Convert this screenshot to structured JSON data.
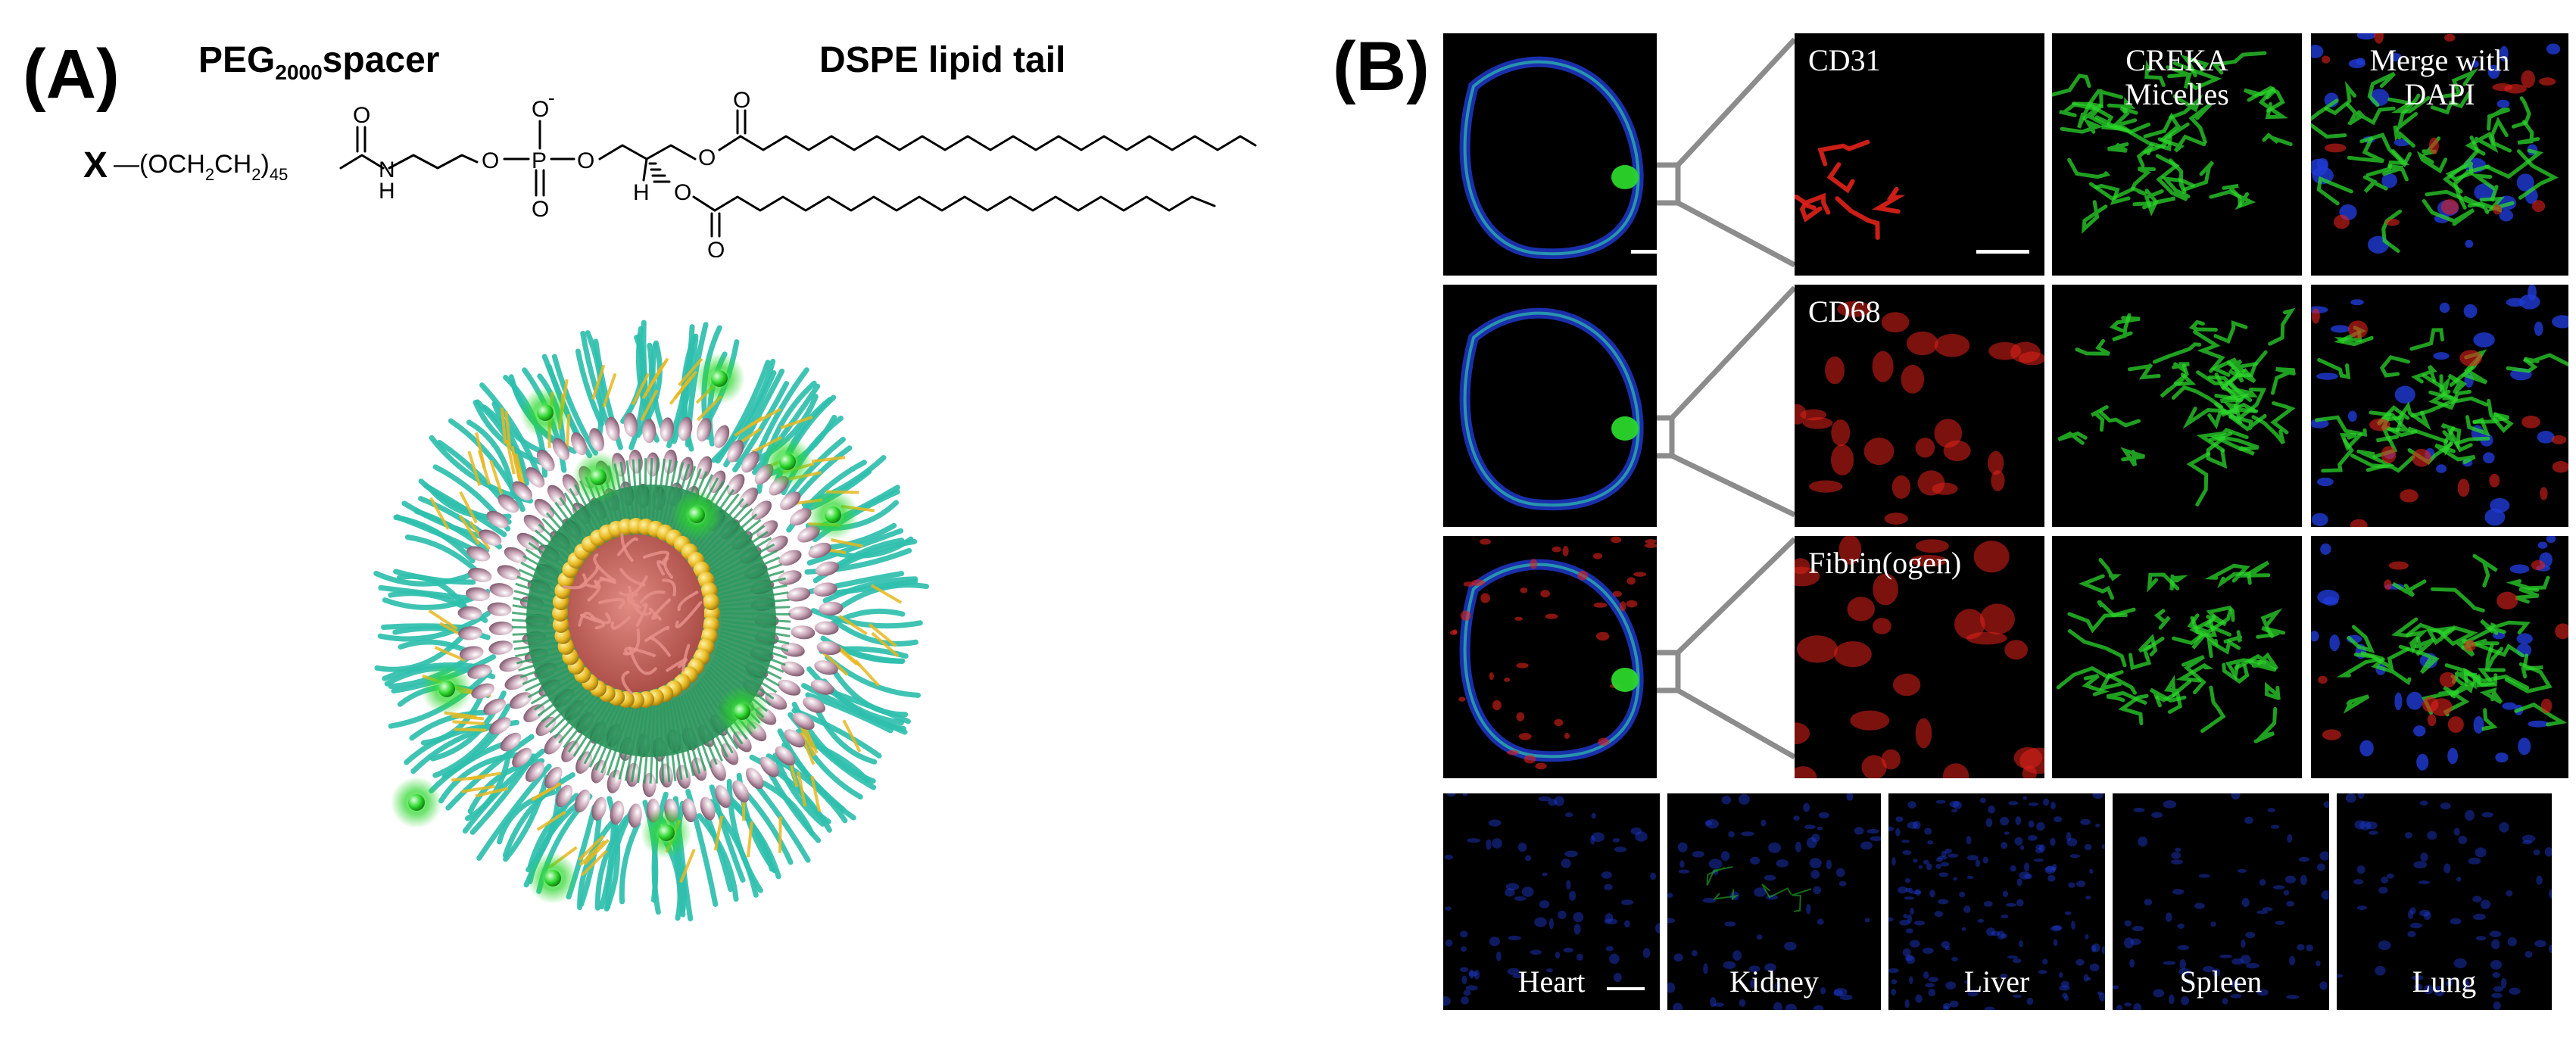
{
  "panel_a": {
    "label": "(A)",
    "peg_prefix": "PEG",
    "peg_subscript": "2000",
    "peg_suffix": "spacer",
    "dspe_header": "DSPE lipid tail",
    "formula_x": "X",
    "formula_chain": "—(OCH",
    "formula_sub2": "2",
    "formula_ch2": "CH",
    "formula_sub2b": "2",
    "formula_close": ")",
    "formula_sub45": "45",
    "atom_o_carbonyl": "O",
    "atom_nh_n": "N",
    "atom_nh_h": "H",
    "atom_o_ester": "O",
    "atom_p": "P",
    "atom_o_minus": "O",
    "minus_sign": "-",
    "atom_o_double": "O",
    "atom_o_link": "O",
    "atom_h_stereo": "H",
    "atom_o_ester1": "O",
    "atom_o_carbonyl1": "O",
    "atom_o_ester2": "O",
    "atom_o_carbonyl2": "O"
  },
  "panel_b": {
    "label": "(B)",
    "rows": [
      {
        "marker": "CD31"
      },
      {
        "marker": "CD68"
      },
      {
        "marker": "Fibrin(ogen)"
      }
    ],
    "col2_label": "CREKA\nMicelles",
    "col3_label": "Merge with\nDAPI",
    "organs": [
      "Heart",
      "Kidney",
      "Liver",
      "Spleen",
      "Lung"
    ]
  },
  "colors": {
    "micelle_peg": "#2fbfae",
    "micelle_core": "#c9605a",
    "micelle_headgroup": "#e7b820",
    "micelle_lipid_green": "#1f8a50",
    "micelle_pink": "#c9a6b8",
    "fluor_red": "#e0211a",
    "fluor_green": "#2bd62b",
    "fluor_blue": "#1f3bd6"
  }
}
